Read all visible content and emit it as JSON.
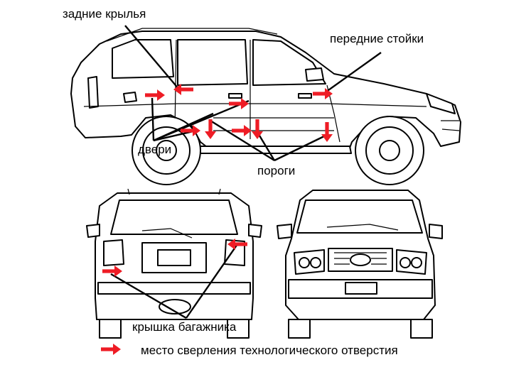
{
  "labels": {
    "rear_fenders": "задние крылья",
    "front_pillars": "передние стойки",
    "doors": "двери",
    "sills": "пороги",
    "tailgate": "крышка багажника",
    "legend": "место сверления технологического отверстия"
  },
  "colors": {
    "marker": "#ee1c25",
    "lines": "#000000",
    "background": "#ffffff"
  },
  "icons": {
    "marker": "red-arrow-icon"
  }
}
